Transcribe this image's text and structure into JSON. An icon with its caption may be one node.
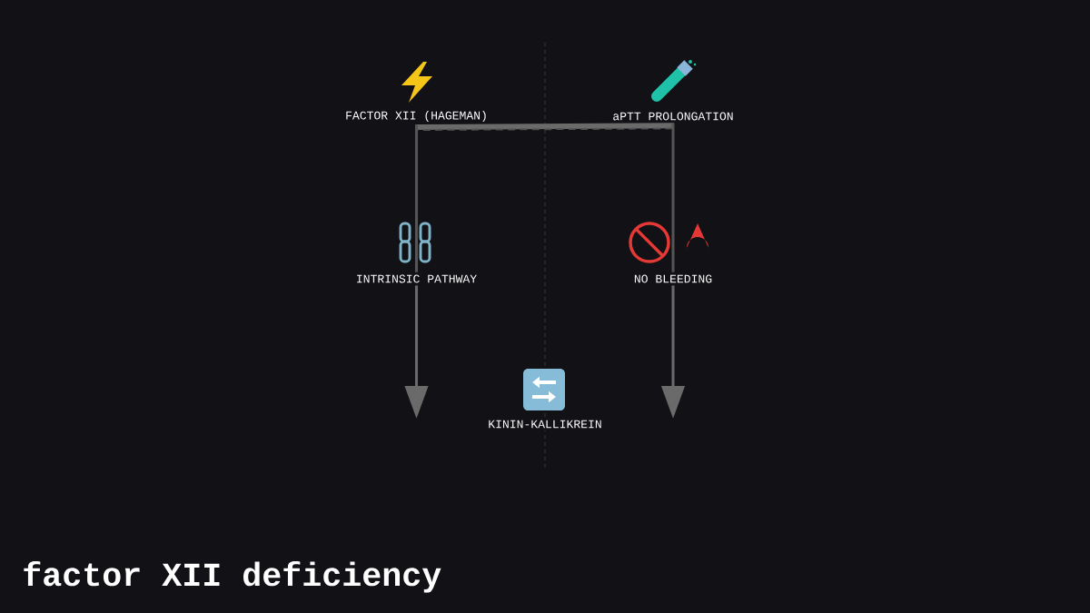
{
  "diagram": {
    "title": "factor XII deficiency",
    "nodes": [
      {
        "text": [
          "FACTOR XII (HAGEMAN)"
        ]
      },
      {
        "text": [
          "aPTT PROLONGATION"
        ]
      },
      {
        "text": [
          "INTRINSIC PATHWAY"
        ]
      },
      {
        "text": [
          "NO BLEEDING"
        ]
      },
      {
        "text": [
          "KININ-KALLIKREIN"
        ]
      }
    ],
    "edges": [
      {
        "from": 0,
        "to": 1,
        "arrow": "none",
        "style": "dashed"
      },
      {
        "from": 0,
        "to": 2,
        "arrow": "none"
      },
      {
        "from": 2,
        "to": null,
        "arrow": "to"
      },
      {
        "from": 1,
        "to": 3,
        "arrow": "none"
      },
      {
        "from": 3,
        "to": null,
        "arrow": "to"
      }
    ]
  }
}
